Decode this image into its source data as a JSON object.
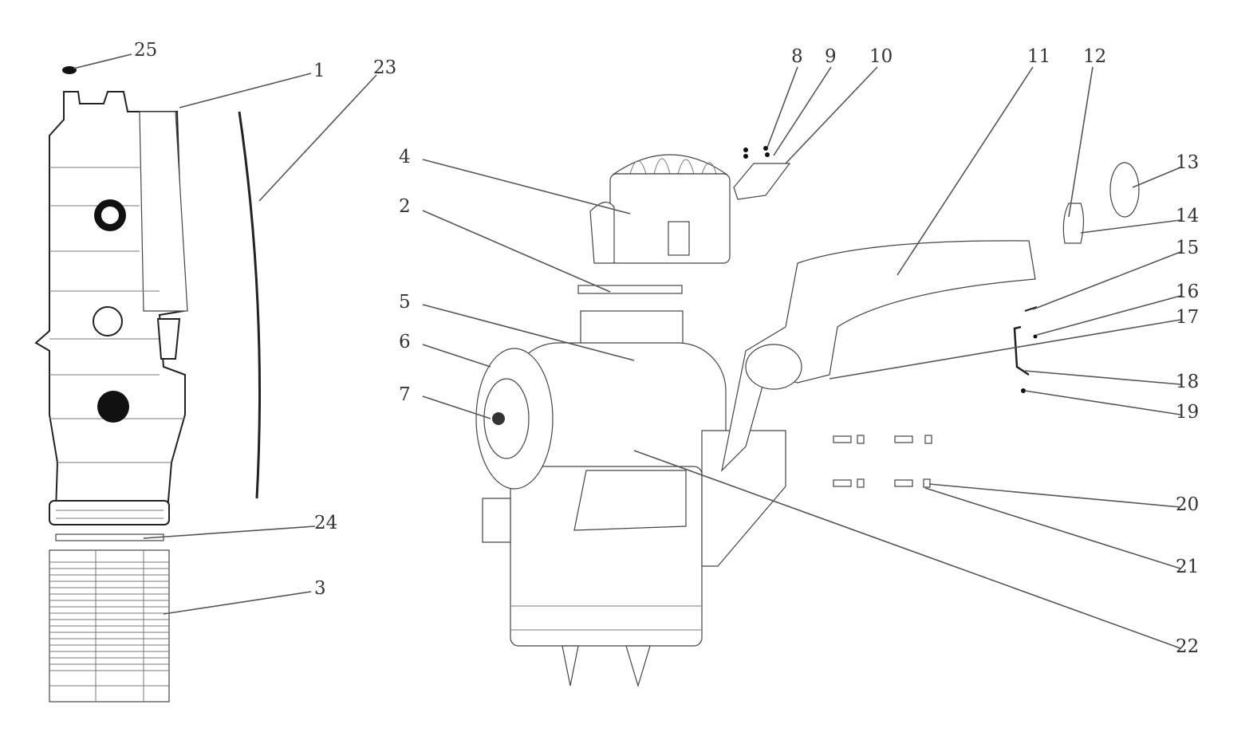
{
  "diagram": {
    "type": "exploded-parts-diagram",
    "callouts": [
      "1",
      "2",
      "3",
      "4",
      "5",
      "6",
      "7",
      "8",
      "9",
      "10",
      "11",
      "12",
      "13",
      "14",
      "15",
      "16",
      "17",
      "18",
      "19",
      "20",
      "21",
      "22",
      "23",
      "24",
      "25"
    ]
  }
}
